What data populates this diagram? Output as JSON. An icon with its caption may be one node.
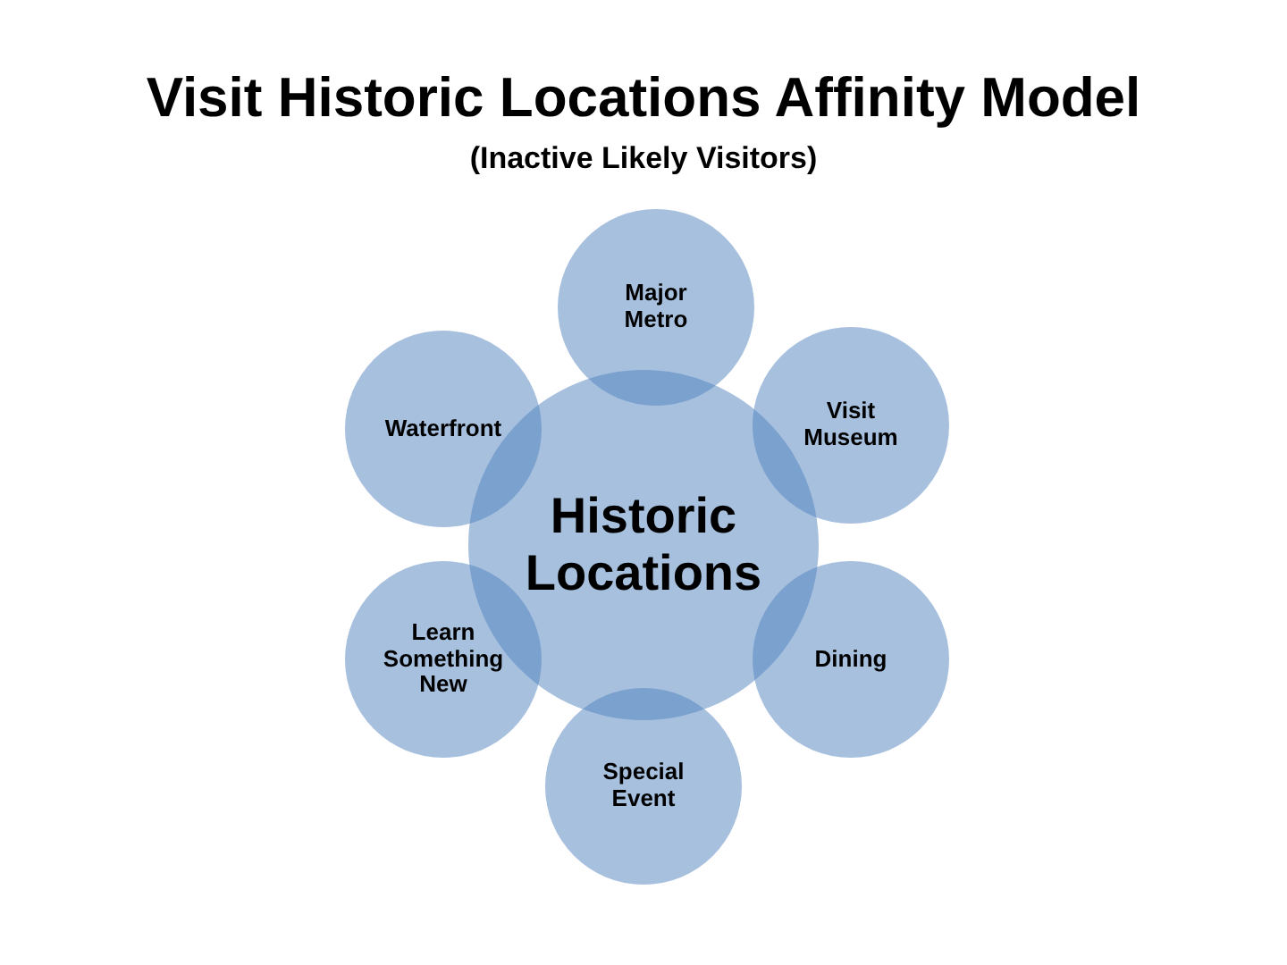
{
  "diagram": {
    "title": "Visit Historic Locations Affinity Model",
    "caption": "(Inactive Likely Visitors)",
    "nodes": [
      {
        "text": [
          "Historic Locations"
        ]
      },
      {
        "text": [
          "Major Metro"
        ]
      },
      {
        "text": [
          "Visit Museum"
        ]
      },
      {
        "text": [
          "Dining"
        ]
      },
      {
        "text": [
          "Special Event"
        ]
      },
      {
        "text": [
          "Learn Something New"
        ]
      },
      {
        "text": [
          "Waterfront"
        ]
      }
    ]
  }
}
